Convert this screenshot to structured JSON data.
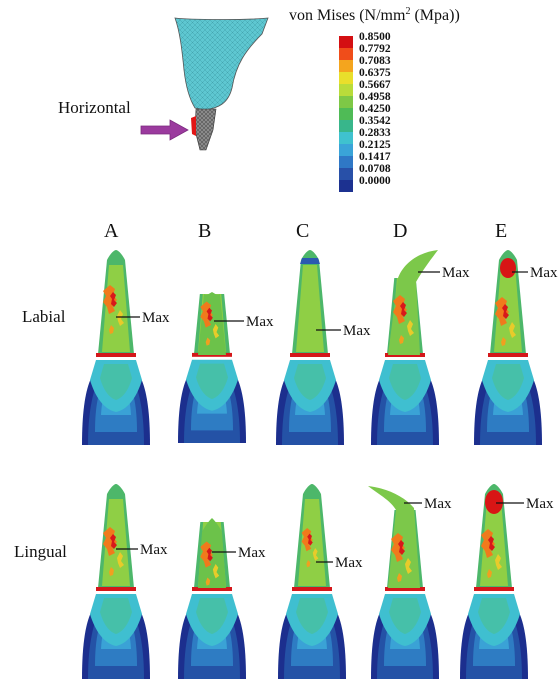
{
  "legend": {
    "title_main": "von Mises (N/mm",
    "title_sup": "2",
    "title_end": " (Mpa))",
    "ticks": [
      "0.8500",
      "0.7792",
      "0.7083",
      "0.6375",
      "0.5667",
      "0.4958",
      "0.4250",
      "0.3542",
      "0.2833",
      "0.2125",
      "0.1417",
      "0.0708",
      "0.0000"
    ],
    "colors": [
      "#d40f12",
      "#f04d1a",
      "#f4a51e",
      "#e9df2b",
      "#b9dc3a",
      "#7ec846",
      "#4fbb56",
      "#38b68b",
      "#3fc2cf",
      "#3aa4d8",
      "#2f78c6",
      "#2850a8",
      "#1c3190"
    ]
  },
  "load_label": "Horizontal",
  "columns": [
    "A",
    "B",
    "C",
    "D",
    "E"
  ],
  "rows": [
    "Labial",
    "Lingual"
  ],
  "max_label": "Max",
  "colors": {
    "load_arrow": "#9b3a9e",
    "stress_max": "#e11515",
    "mesh_fill": "#62c9d3",
    "root_deep": "#1c2f8e"
  }
}
